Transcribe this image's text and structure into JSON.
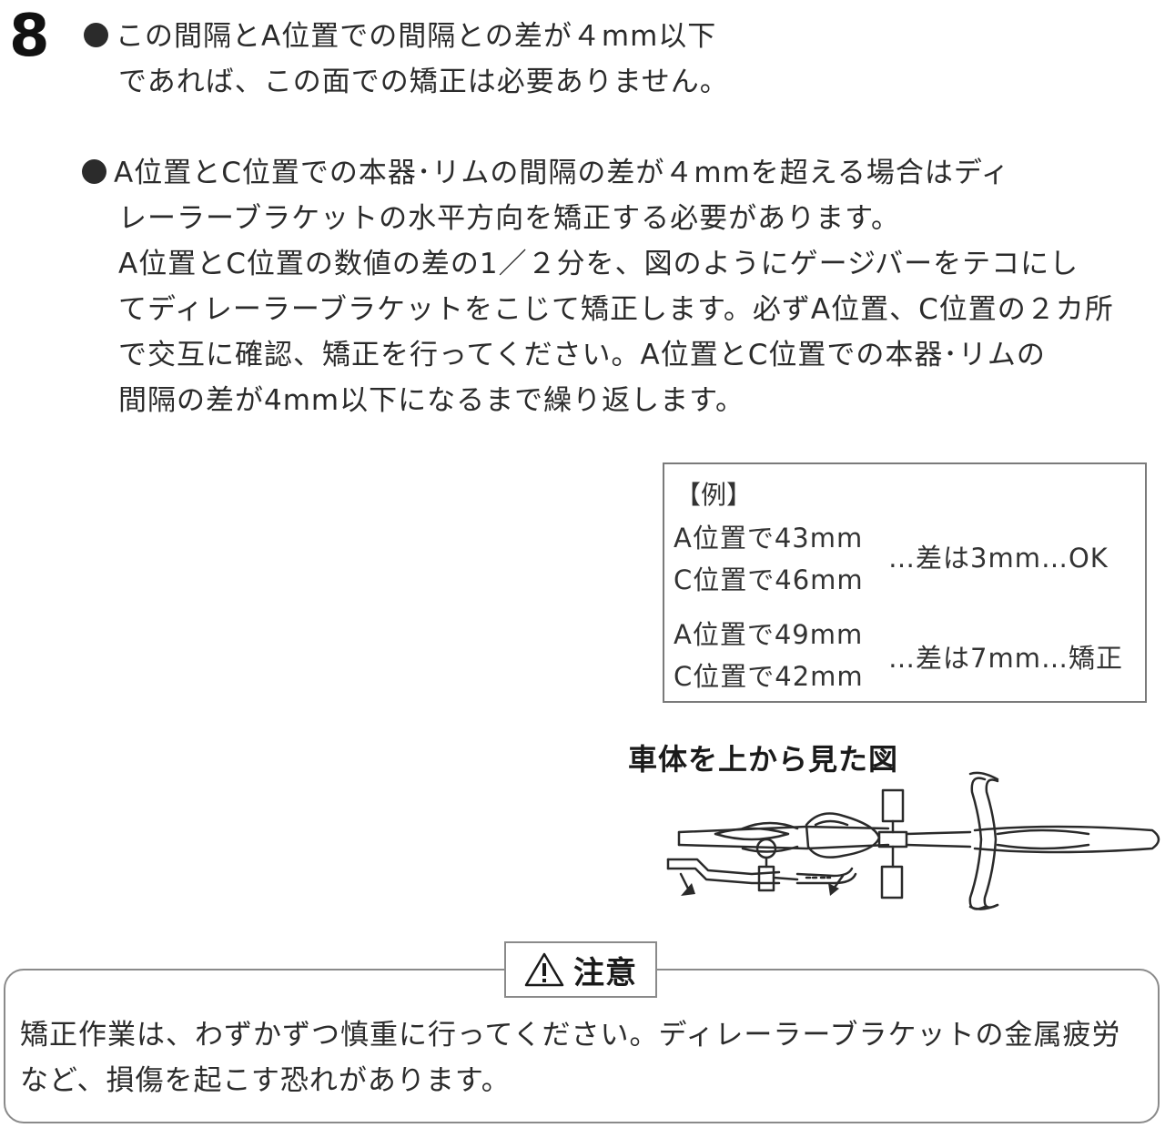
{
  "step": {
    "number": "8"
  },
  "bullets": [
    {
      "lines": [
        "この間隔とA位置での間隔との差が４mm以下",
        "であれば、この面での矯正は必要ありません。"
      ]
    },
    {
      "lines": [
        "A位置とC位置での本器･リムの間隔の差が４mmを超える場合はディ",
        "レーラーブラケットの水平方向を矯正する必要があります。",
        " A位置とC位置の数値の差の1／２分を、図のようにゲージバーをテコにし",
        "てディレーラーブラケットをこじて矯正します。必ずA位置、C位置の２カ所",
        "で交互に確認、矯正を行ってください。A位置とC位置での本器･リムの",
        "間隔の差が4mm以下になるまで繰り返します。"
      ]
    }
  ],
  "example": {
    "title": "【例】",
    "cases": [
      {
        "a": "A位置で43mm",
        "c": "C位置で46mm",
        "result": "…差は3mm…OK"
      },
      {
        "a": "A位置で49mm",
        "c": "C位置で42mm",
        "result": "…差は7mm…矯正"
      }
    ]
  },
  "diagram": {
    "caption": "車体を上から見た図",
    "icon": "bicycle-top-view-diagram"
  },
  "caution": {
    "label": "注意",
    "icon": "warning-triangle-icon",
    "lines": [
      "矯正作業は、わずかずつ慎重に行ってください。ディレーラーブラケットの金属疲労",
      "など、損傷を起こす恐れがあります。"
    ]
  }
}
